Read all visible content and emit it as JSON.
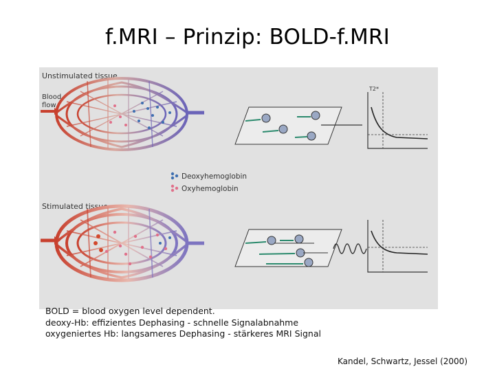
{
  "slide": {
    "title": "f.MRI – Prinzip: BOLD-f.MRI"
  },
  "figure": {
    "panel_top_label": "Unstimulated tissue",
    "panel_bottom_label": "Stimulated tissue",
    "blood_flow_label_line1": "Blood",
    "blood_flow_label_line2": "flow",
    "legend_deoxy": "Deoxyhemoglobin",
    "legend_oxy": "Oxyhemoglobin",
    "t2_label": "T2*",
    "colors": {
      "artery_red": "#c8402e",
      "vein_blue": "#6a63b8",
      "deoxy_dot": "#3f6fb0",
      "oxy_dot": "#e0708a",
      "background_gray": "#d9d9d9"
    }
  },
  "caption": {
    "line1": "BOLD = blood oxygen level dependent.",
    "line2": "deoxy-Hb: effizientes Dephasing - schnelle Signalabnahme",
    "line3": "oxygeniertes Hb: langsameres Dephasing - stärkeres MRI Signal"
  },
  "citation": "Kandel, Schwartz, Jessel (2000)"
}
